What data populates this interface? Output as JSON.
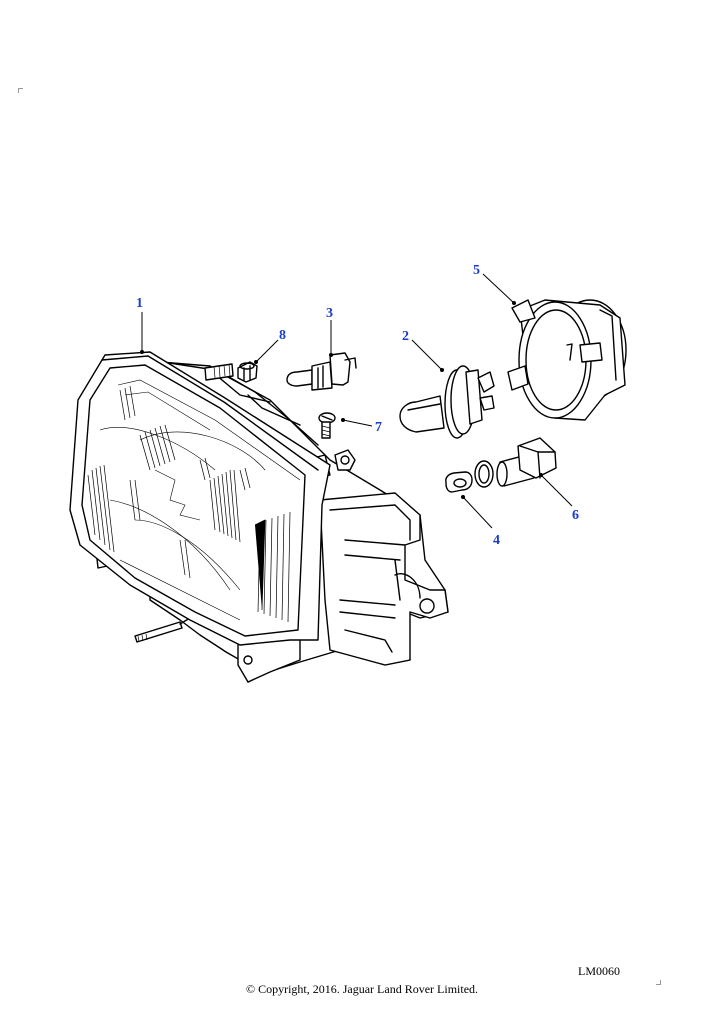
{
  "diagram": {
    "reference_code": "LM0060",
    "copyright": "© Copyright, 2016. Jaguar Land Rover Limited.",
    "callouts": [
      "1",
      "2",
      "3",
      "4",
      "5",
      "6",
      "7",
      "8"
    ]
  }
}
